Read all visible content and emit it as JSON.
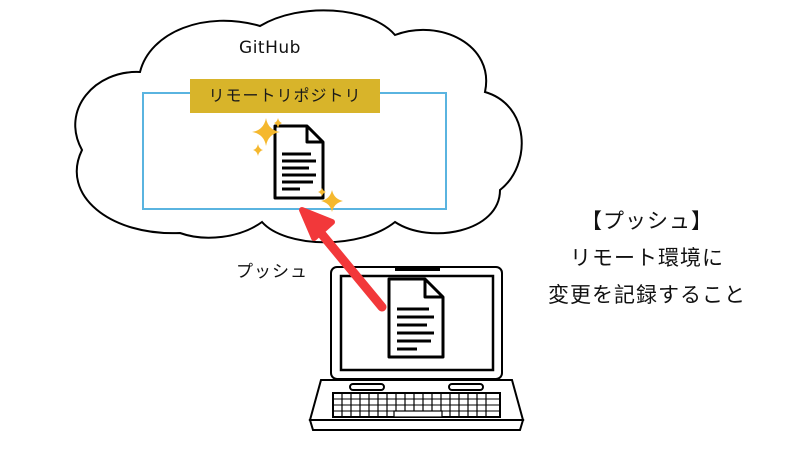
{
  "cloud": {
    "service_label": "GitHub",
    "repository_label": "リモートリポジトリ"
  },
  "arrow": {
    "label": "プッシュ",
    "color": "#f2383a"
  },
  "explanation": {
    "line1": "【プッシュ】",
    "line2": "リモート環境に",
    "line3": "変更を記録すること"
  },
  "colors": {
    "repo_banner": "#d8b42a",
    "repo_frame": "#5ab4e0",
    "sparkle": "#f5b82e"
  },
  "icons": [
    "cloud-icon",
    "document-icon",
    "sparkle-icon",
    "laptop-icon",
    "keyboard-icon"
  ]
}
